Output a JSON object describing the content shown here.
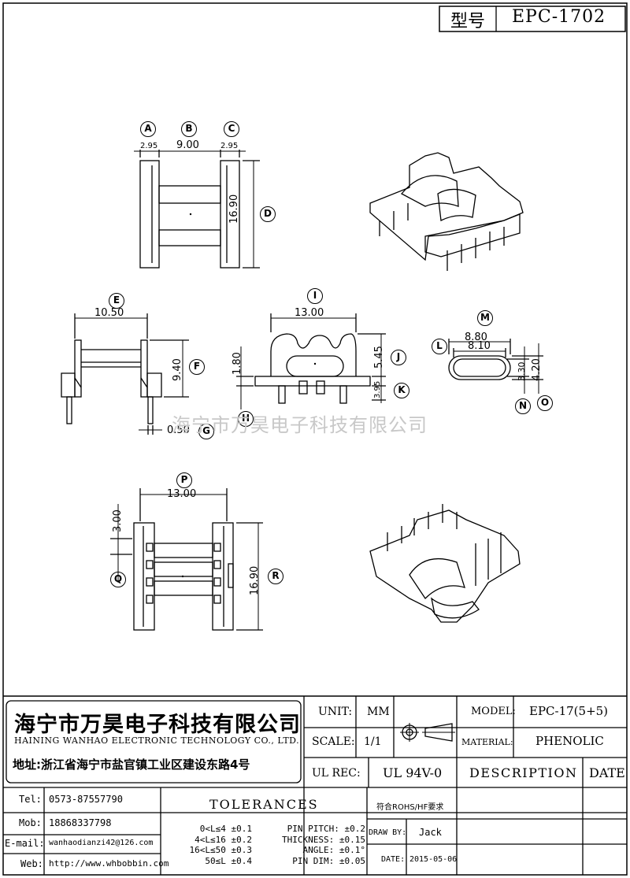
{
  "header": {
    "model_label": "型号",
    "model_value": "EPC-1702"
  },
  "labels": {
    "A": "A",
    "B": "B",
    "C": "C",
    "D": "D",
    "E": "E",
    "F": "F",
    "G": "G",
    "H": "H",
    "I": "I",
    "J": "J",
    "K": "K",
    "L": "L",
    "M": "M",
    "N": "N",
    "O": "O",
    "P": "P",
    "Q": "Q",
    "R": "R"
  },
  "dims": {
    "a": "2.95",
    "b": "9.00",
    "c": "2.95",
    "d": "16.90",
    "e": "10.50",
    "f": "9.40",
    "g": "0.50",
    "h": "1.80",
    "i": "13.00",
    "j": "5.45",
    "k": "3.95",
    "l": "8.10",
    "m": "8.80",
    "n": "3.30",
    "o": "4.20",
    "p": "13.00",
    "q": "3.00",
    "r": "16.90"
  },
  "watermark": "海宁市万昊电子科技有限公司",
  "company": {
    "name_cn": "海宁市万昊电子科技有限公司",
    "name_en": "HAINING WANHAO ELECTRONIC TECHNOLOGY CO., LTD.",
    "address": "地址:浙江省海宁市盐官镇工业区建设东路4号"
  },
  "contact": {
    "tel_label": "Tel:",
    "tel": "0573-87557790",
    "mob_label": "Mob:",
    "mob": "18868337798",
    "email_label": "E-mail:",
    "email": "wanhaodianzi42@126.com",
    "web_label": "Web:",
    "web": "http://www.whbobbin.com"
  },
  "spec": {
    "unit_label": "UNIT:",
    "unit": "MM",
    "scale_label": "SCALE:",
    "scale": "1/1",
    "ulrec_label": "UL REC:",
    "ulrec": "UL 94V-0",
    "model_label": "MODEL:",
    "model": "EPC-17(5+5)",
    "material_label": "MATERIAL:",
    "material": "PHENOLIC",
    "description": "DESCRIPTION",
    "date_header": "DATE",
    "tolerances": "TOLERANCES",
    "rohs": "符合ROHS/HF要求",
    "drawby_label": "DRAW BY:",
    "drawby": "Jack",
    "date_label": "DATE:",
    "date": "2015-05-06"
  },
  "tolerance_rows": [
    "0<L≤4 ±0.1",
    "4<L≤16 ±0.2",
    "16<L≤50 ±0.3",
    "50≤L ±0.4"
  ],
  "pin_rows": [
    "PIN PITCH: ±0.2",
    "THICKNESS: ±0.15",
    "ANGLE: ±0.1°",
    "PIN DIM: ±0.05"
  ]
}
